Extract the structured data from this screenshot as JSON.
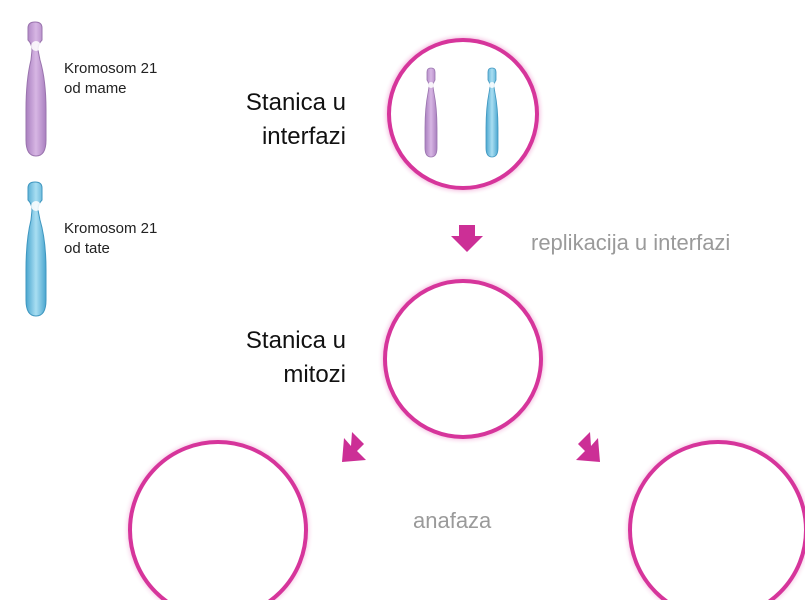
{
  "legend": {
    "mother": {
      "line1": "Kromosom 21",
      "line2": "od mame",
      "color": "#c7a0d4"
    },
    "father": {
      "line1": "Kromosom 21",
      "line2": "od tate",
      "color": "#7cc8e4"
    }
  },
  "stages": {
    "interphase": {
      "line1": "Stanica u",
      "line2": "interfazi"
    },
    "mitosis": {
      "line1": "Stanica u",
      "line2": "mitozi"
    }
  },
  "processes": {
    "replication": "replikacija u interfazi",
    "anaphase": "anafaza"
  },
  "colors": {
    "cell_membrane": "#d6359b",
    "arrow": "#cc2f96",
    "process_text": "#9a9a9a"
  }
}
